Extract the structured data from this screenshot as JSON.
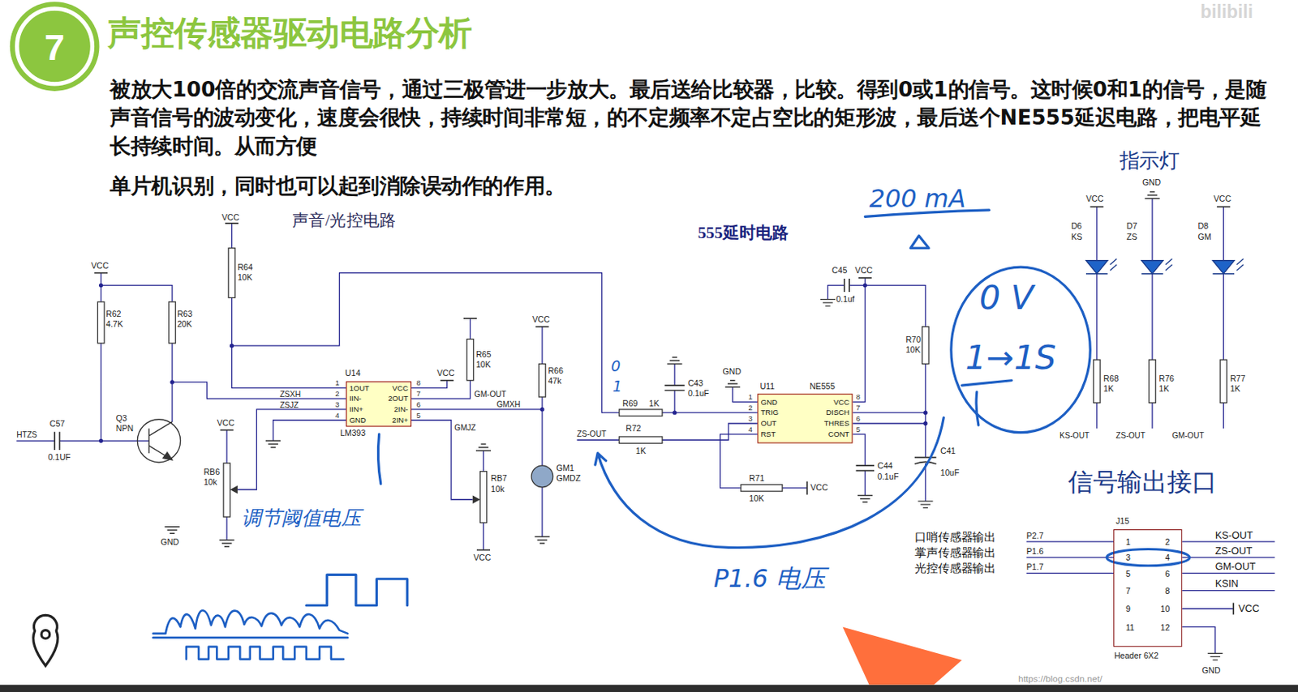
{
  "diagram": {
    "title": "声控传感器驱动电路分析",
    "nodes": [
      {
        "text": [
          "7"
        ]
      },
      {
        "text": [
          "U14",
          "LM393",
          "1OUT",
          "IIN-",
          "IIN+",
          "GND",
          "VCC",
          "2OUT",
          "2IN-",
          "2IN+"
        ]
      },
      {
        "text": [
          "U11",
          "NE555",
          "GND",
          "TRIG",
          "OUT",
          "RST",
          "VCC",
          "DISCH",
          "THRES",
          "CONT"
        ]
      },
      {
        "text": [
          "0 V",
          "1→1S"
        ]
      },
      {
        "text": [
          "J15",
          "1",
          "2",
          "3",
          "4",
          "5",
          "6",
          "7",
          "8",
          "9",
          "10",
          "11",
          "12",
          "Header 6X2"
        ]
      }
    ],
    "labels": [
      "被放大100倍的交流声音信号，通过三极管进一步放大。最后送给比较器，比较。得到0或1的信号。这时候0和1的信号，是随声音信号的波动变化，速度会很快，持续时间非常短，的不定频率不定占空比的矩形波，最后送个NE555延迟电路，把电平延长持续时间。从而方便",
      "单片机识别，同时也可以起到消除误动作的作用。",
      "指示灯",
      "200 mA",
      "声音/光控电路",
      "555延时电路",
      "VCC",
      "R64",
      "10K",
      "VCC",
      "R62",
      "4.7K",
      "R63",
      "20K",
      "HTZS",
      "C57",
      "0.1UF",
      "Q3",
      "NPN",
      "GND",
      "VCC",
      "RB6",
      "10k",
      "ZSXH",
      "ZSJZ",
      "1",
      "2",
      "3",
      "4",
      "8",
      "7",
      "6",
      "5",
      "VCC",
      "R65",
      "10K",
      "GM-OUT",
      "GMXH",
      "GMJZ",
      "VCC",
      "R66",
      "47k",
      "GM1",
      "GMDZ",
      "RB7",
      "10k",
      "VCC",
      "ZS-OUT",
      "R69",
      "1K",
      "R72",
      "1K",
      "C43",
      "0.1uF",
      "GND",
      "1",
      "2",
      "3",
      "4",
      "8",
      "7",
      "6",
      "5",
      "R71",
      "10K",
      "VCC",
      "C45",
      "VCC",
      "0.1uf",
      "R70",
      "10K",
      "C44",
      "0.1uF",
      "C41",
      "10uF",
      "VCC",
      "GND",
      "VCC",
      "D6",
      "KS",
      "D7",
      "ZS",
      "D8",
      "GM",
      "R68",
      "1K",
      "R76",
      "1K",
      "R77",
      "1K",
      "KS-OUT",
      "ZS-OUT",
      "GM-OUT",
      "信号输出接口",
      "口哨传感器输出",
      "P2.7",
      "掌声传感器输出",
      "P1.6",
      "光控传感器输出",
      "P1.7",
      "KS-OUT",
      "ZS-OUT",
      "GM-OUT",
      "KSIN",
      "VCC",
      "GND",
      "调节阈值电压",
      "P1.6 电压",
      "0",
      "1",
      "bilibili",
      "https://blog.csdn.net/"
    ]
  }
}
